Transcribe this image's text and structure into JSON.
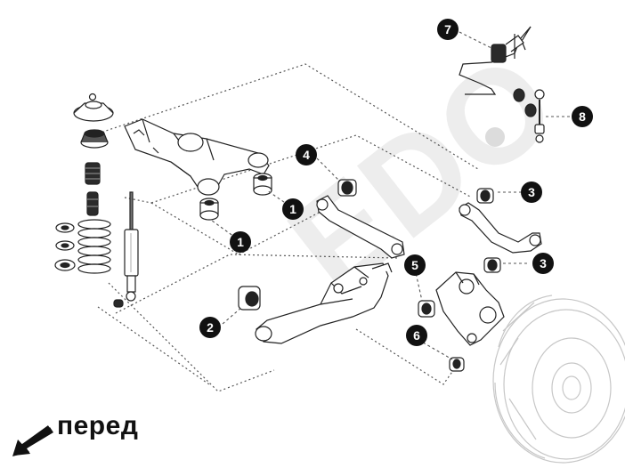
{
  "callouts": {
    "c1a": "1",
    "c1b": "1",
    "c2": "2",
    "c3a": "3",
    "c3b": "3",
    "c4": "4",
    "c5": "5",
    "c6": "6",
    "c7": "7",
    "c8": "8"
  },
  "caption": {
    "label": "перед"
  },
  "watermark": {
    "text": "EDO"
  },
  "colors": {
    "ink": "#111111",
    "line": "#555555",
    "watermark": "#e6e6e6",
    "bushing": "#2a2a2a"
  }
}
